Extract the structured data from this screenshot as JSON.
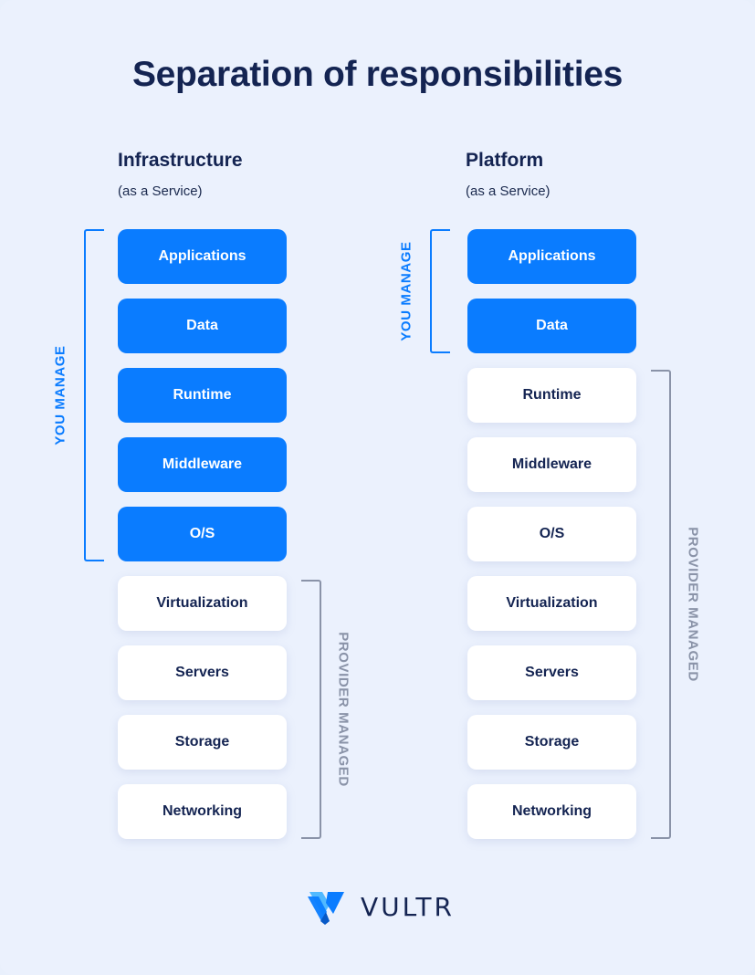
{
  "title": "Separation of responsibilities",
  "columns": [
    {
      "heading": "Infrastructure",
      "subheading": "(as a Service)",
      "you_manage_label": "YOU MANAGE",
      "provider_managed_label": "PROVIDER MANAGED",
      "layers": [
        {
          "label": "Applications",
          "managed_by": "you"
        },
        {
          "label": "Data",
          "managed_by": "you"
        },
        {
          "label": "Runtime",
          "managed_by": "you"
        },
        {
          "label": "Middleware",
          "managed_by": "you"
        },
        {
          "label": "O/S",
          "managed_by": "you"
        },
        {
          "label": "Virtualization",
          "managed_by": "provider"
        },
        {
          "label": "Servers",
          "managed_by": "provider"
        },
        {
          "label": "Storage",
          "managed_by": "provider"
        },
        {
          "label": "Networking",
          "managed_by": "provider"
        }
      ]
    },
    {
      "heading": "Platform",
      "subheading": "(as a Service)",
      "you_manage_label": "YOU MANAGE",
      "provider_managed_label": "PROVIDER MANAGED",
      "layers": [
        {
          "label": "Applications",
          "managed_by": "you"
        },
        {
          "label": "Data",
          "managed_by": "you"
        },
        {
          "label": "Runtime",
          "managed_by": "provider"
        },
        {
          "label": "Middleware",
          "managed_by": "provider"
        },
        {
          "label": "O/S",
          "managed_by": "provider"
        },
        {
          "label": "Virtualization",
          "managed_by": "provider"
        },
        {
          "label": "Servers",
          "managed_by": "provider"
        },
        {
          "label": "Storage",
          "managed_by": "provider"
        },
        {
          "label": "Networking",
          "managed_by": "provider"
        }
      ]
    }
  ],
  "logo": {
    "text": "VULTR",
    "icon": "vultr-logo-icon"
  },
  "colors": {
    "you_manage": "#0a7cff",
    "provider_managed": "#ffffff",
    "title": "#142452",
    "bracket_gray": "#8a93a8",
    "background": "#ebf1fd"
  }
}
